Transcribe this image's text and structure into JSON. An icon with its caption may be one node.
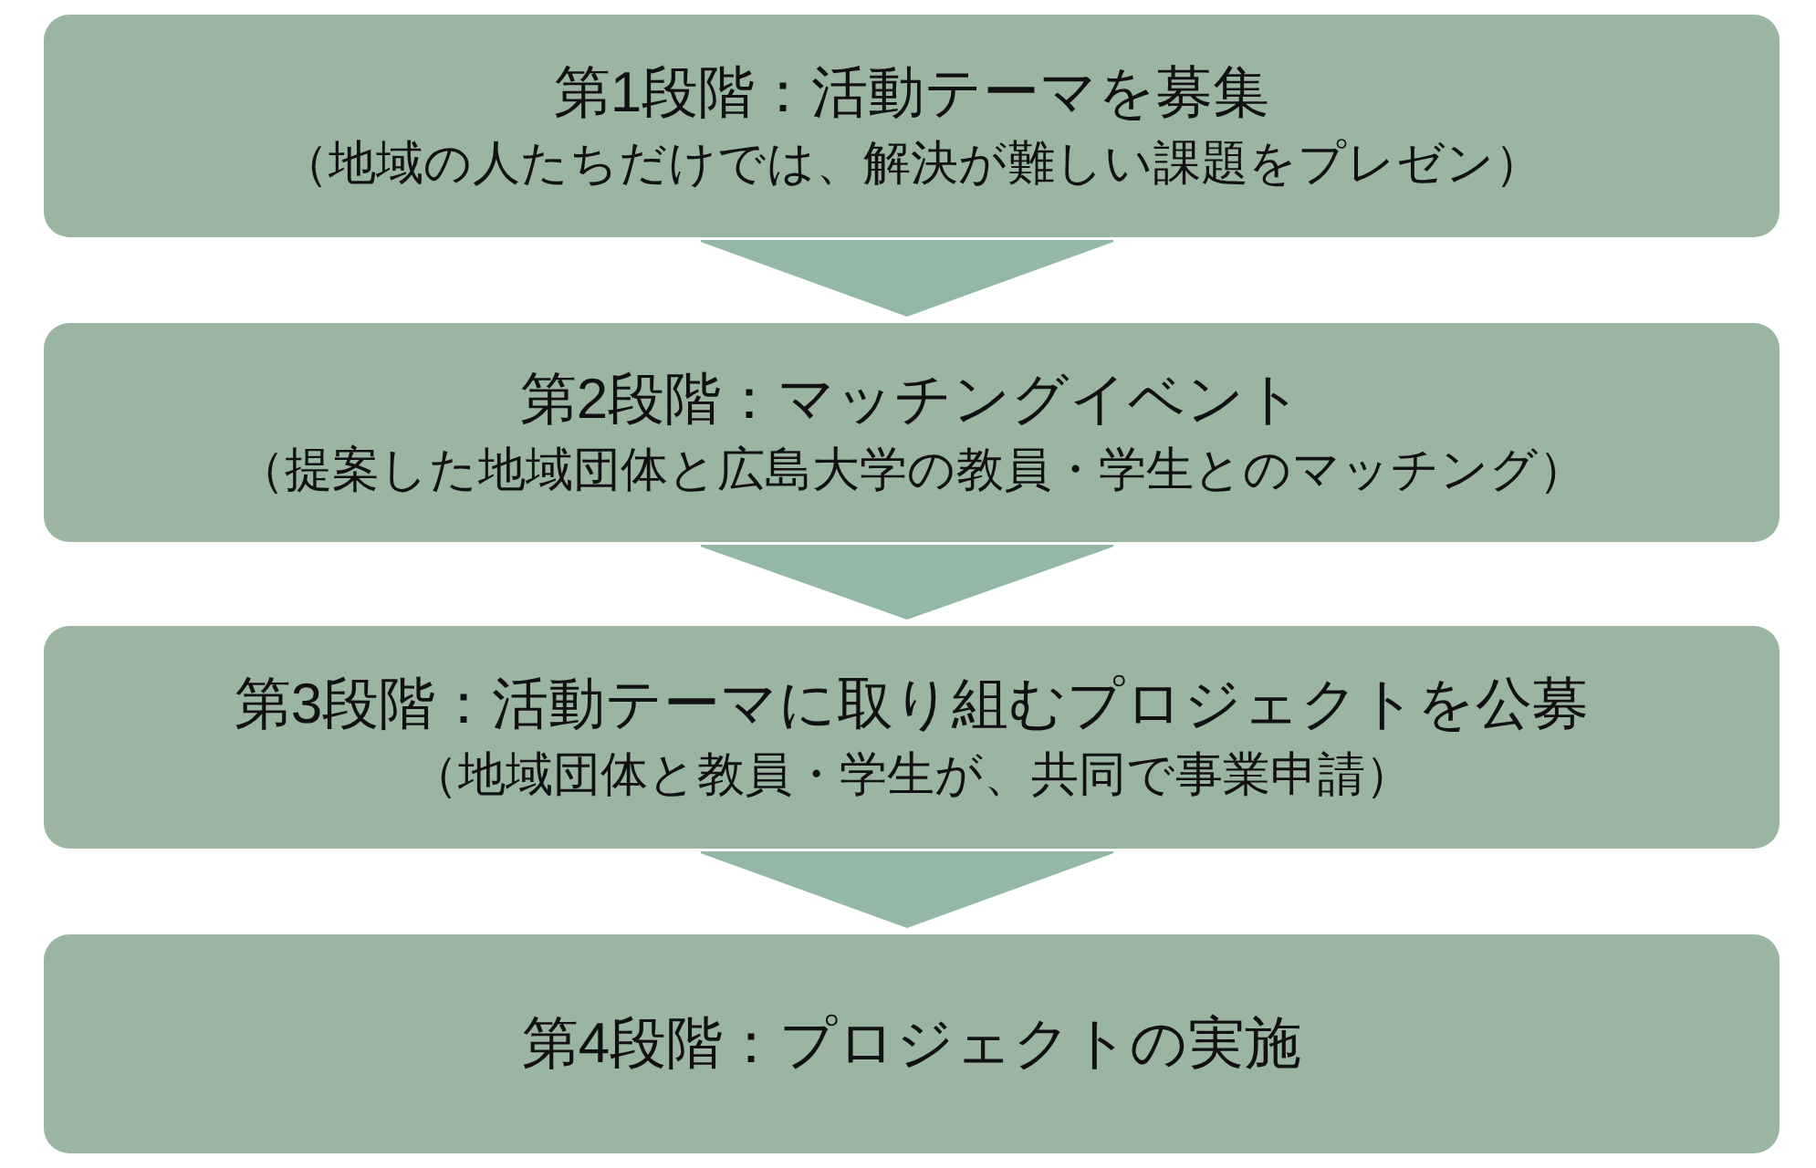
{
  "diagram": {
    "nodes": [
      {
        "text": [
          "第1段階：活動テーマを募集",
          "（地域の人たちだけでは、解決が難しい課題をプレゼン）"
        ]
      },
      {
        "text": [
          "第2段階：マッチングイベント",
          "（提案した地域団体と広島大学の教員・学生とのマッチング）"
        ]
      },
      {
        "text": [
          "第3段階：活動テーマに取り組むプロジェクトを公募",
          "（地域団体と教員・学生が、共同で事業申請）"
        ]
      },
      {
        "text": [
          "第4段階：プロジェクトの実施"
        ]
      }
    ],
    "edges": [
      {
        "from": 0,
        "to": 1,
        "arrow": "to"
      },
      {
        "from": 1,
        "to": 2,
        "arrow": "to"
      },
      {
        "from": 2,
        "to": 3,
        "arrow": "to"
      }
    ]
  }
}
